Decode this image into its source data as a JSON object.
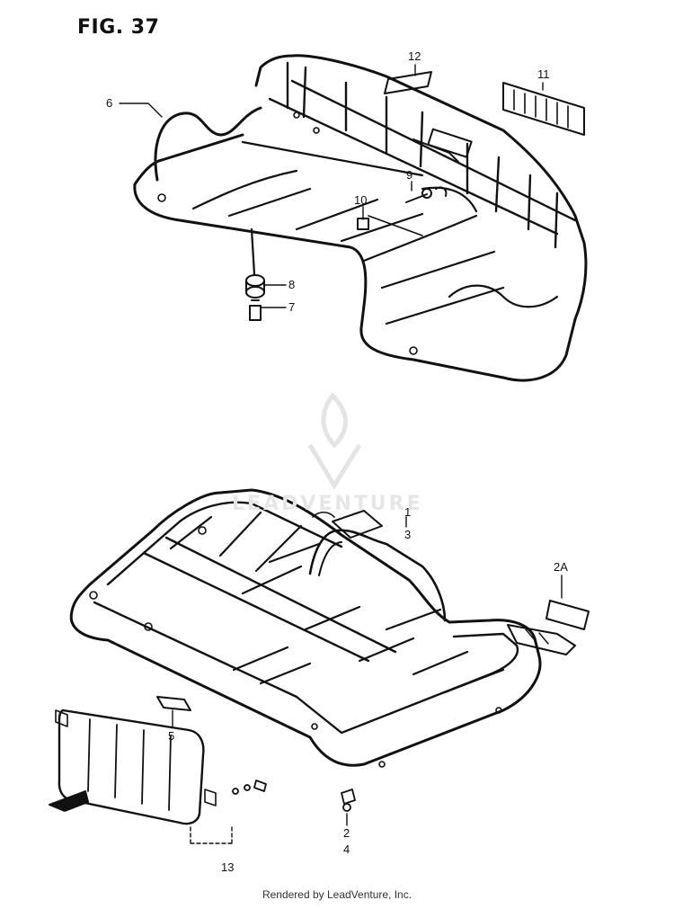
{
  "figure": {
    "title": "FIG. 37"
  },
  "callouts": {
    "c1": "1",
    "c2": "2",
    "c2a": "2A",
    "c3": "3",
    "c4": "4",
    "c5": "5",
    "c6": "6",
    "c7": "7",
    "c8": "8",
    "c9": "9",
    "c10": "10",
    "c11": "11",
    "c12": "12",
    "c13": "13"
  },
  "watermark": {
    "text": "LEADVENTURE"
  },
  "footer": {
    "text": "Rendered by LeadVenture, Inc."
  },
  "colors": {
    "ink": "#111111",
    "watermark": "#e6e6e6"
  }
}
